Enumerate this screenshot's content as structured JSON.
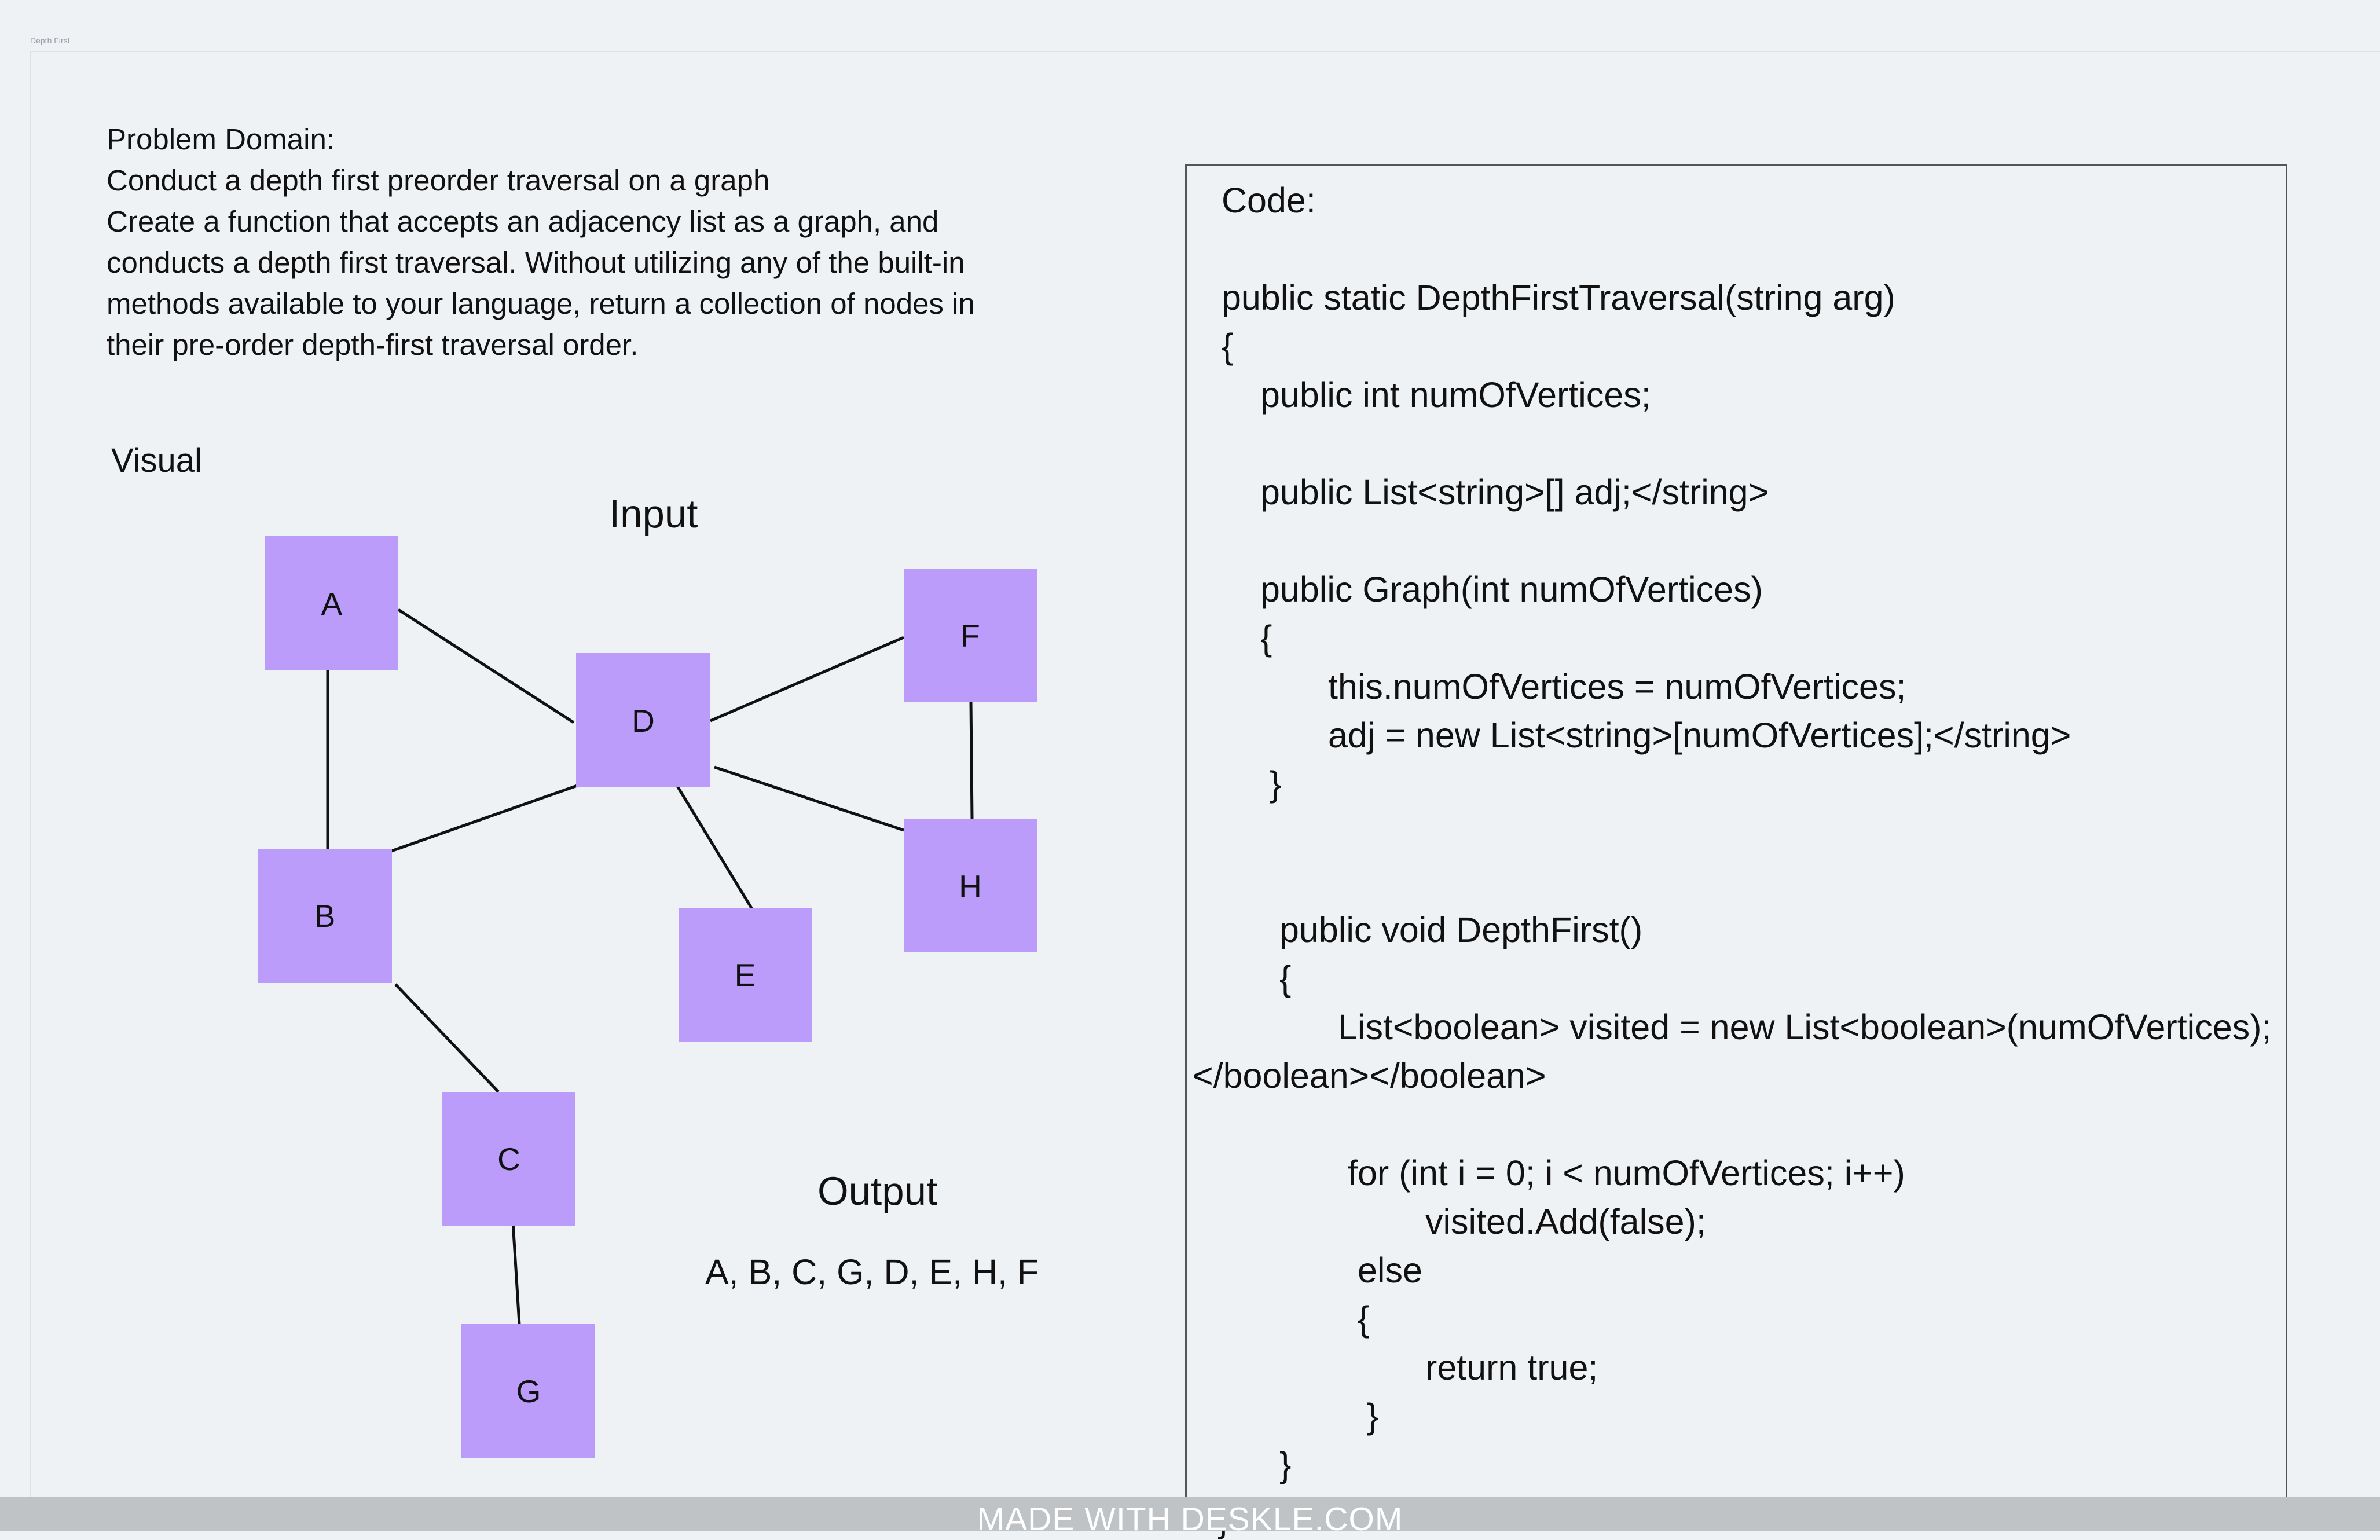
{
  "tab": {
    "title": "Depth First"
  },
  "problem": {
    "lines": [
      "Problem Domain:",
      "Conduct a depth first preorder traversal on a graph",
      "Create a function that accepts an adjacency list as a graph, and",
      "conducts a depth first traversal. Without utilizing any of the built-in",
      "methods available to your language, return a collection of nodes in",
      "their pre-order depth-first traversal order."
    ]
  },
  "visual": {
    "label": "Visual",
    "input_label": "Input",
    "nodes": [
      "A",
      "B",
      "C",
      "D",
      "E",
      "F",
      "G",
      "H"
    ],
    "edges": [
      [
        "A",
        "D"
      ],
      [
        "A",
        "B"
      ],
      [
        "B",
        "D"
      ],
      [
        "B",
        "C"
      ],
      [
        "C",
        "G"
      ],
      [
        "D",
        "F"
      ],
      [
        "D",
        "H"
      ],
      [
        "D",
        "E"
      ],
      [
        "F",
        "H"
      ]
    ],
    "node_color": "#bb9cfa"
  },
  "output": {
    "label": "Output",
    "value": "A, B, C, G, D, E, H, F"
  },
  "code": {
    "lines": [
      "Code:",
      "public static DepthFirstTraversal(string arg)",
      "{",
      "public int numOfVertices;",
      "public List<string>[] adj;</string>",
      "public Graph(int numOfVertices)",
      "{",
      "this.numOfVertices = numOfVertices;",
      "adj = new List<string>[numOfVertices];</string>",
      "}",
      "public void DepthFirst()",
      "{",
      "List<boolean> visited = new List<boolean>(numOfVertices);",
      "</boolean></boolean>",
      "for (int i = 0; i < numOfVertices; i++)",
      "visited.Add(false);",
      "else",
      "{",
      "return true;",
      "}",
      "}",
      "}"
    ]
  },
  "footer": {
    "text": "MADE WITH DESKLE.COM"
  }
}
